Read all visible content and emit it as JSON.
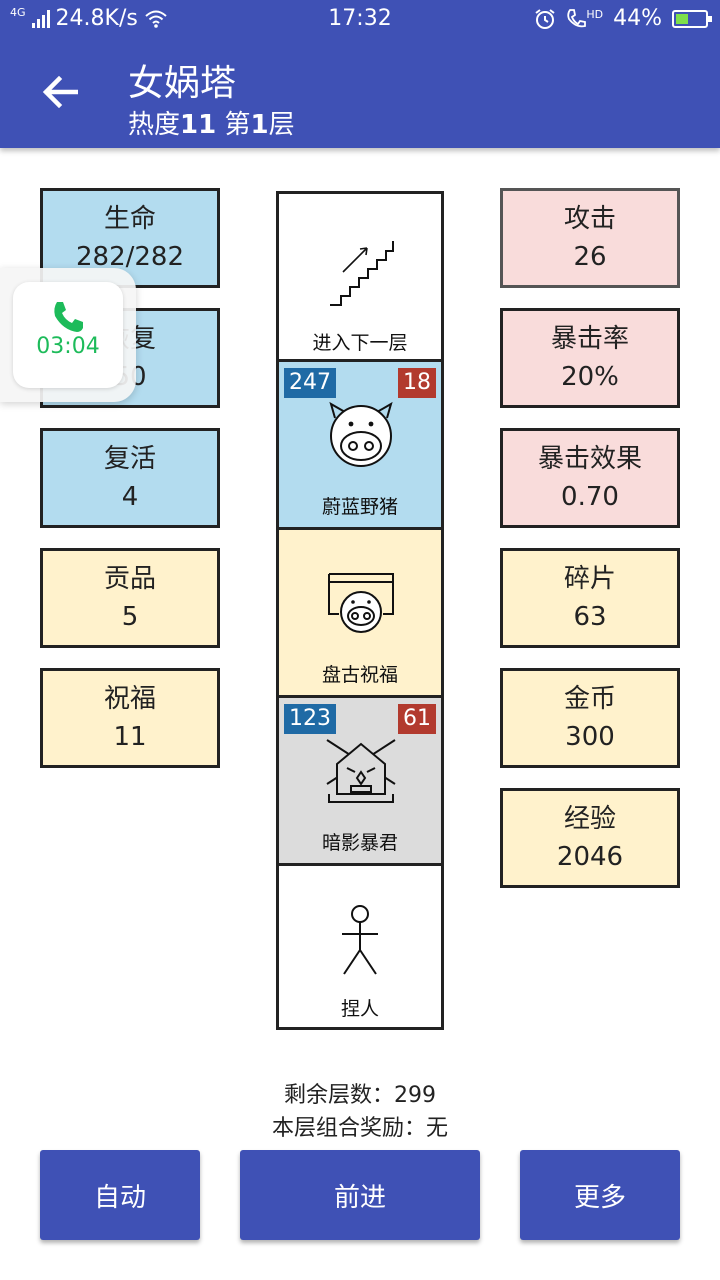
{
  "status_bar": {
    "network": "4G",
    "speed": "24.8K/s",
    "time": "17:32",
    "hd": "HD",
    "battery": "44%"
  },
  "header": {
    "title": "女娲塔",
    "subtitle_prefix": "热度",
    "heat": "11",
    "floor_prefix": "第",
    "floor": "1",
    "floor_suffix": "层"
  },
  "left_stats": [
    {
      "label": "生命",
      "value": "282/282"
    },
    {
      "label": "恢复",
      "value": "50"
    },
    {
      "label": "复活",
      "value": "4"
    },
    {
      "label": "贡品",
      "value": "5"
    },
    {
      "label": "祝福",
      "value": "11"
    }
  ],
  "right_stats": [
    {
      "label": "攻击",
      "value": "26"
    },
    {
      "label": "暴击率",
      "value": "20%"
    },
    {
      "label": "暴击效果",
      "value": "0.70"
    },
    {
      "label": "碎片",
      "value": "63"
    },
    {
      "label": "金币",
      "value": "300"
    },
    {
      "label": "经验",
      "value": "2046"
    }
  ],
  "tower": {
    "floors": [
      {
        "label": "进入下一层",
        "icon": "stairs-icon"
      },
      {
        "label": "蔚蓝野猪",
        "icon": "boar-icon",
        "left_badge": "247",
        "right_badge": "18"
      },
      {
        "label": "盘古祝福",
        "icon": "pangu-icon"
      },
      {
        "label": "暗影暴君",
        "icon": "tyrant-icon",
        "left_badge": "123",
        "right_badge": "61"
      },
      {
        "label": "捏人",
        "icon": "person-icon"
      }
    ]
  },
  "call_bubble": {
    "time": "03:04",
    "icon": "phone-icon"
  },
  "footer": {
    "remaining": "剩余层数：299",
    "combo": "本层组合奖励：无"
  },
  "buttons": {
    "auto": "自动",
    "advance": "前进",
    "more": "更多"
  },
  "colors": {
    "primary": "#3f51b5",
    "blue_card": "#b3dcef",
    "yellow_card": "#fff2cc",
    "pink_card": "#f9dcdb",
    "badge_blue": "#1f6aa5",
    "badge_red": "#b23a2e",
    "call_green": "#1dbb5a"
  }
}
